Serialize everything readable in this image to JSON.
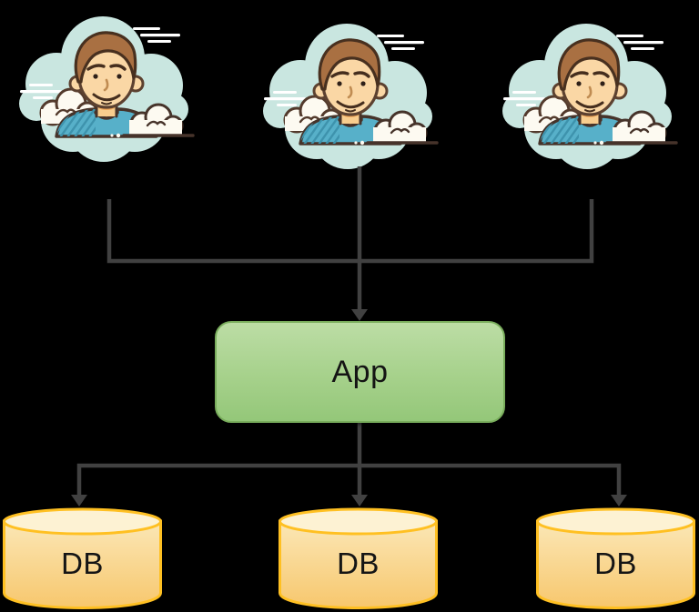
{
  "diagram": {
    "type": "architecture",
    "background_color": "#000000",
    "connector_color": "#414141",
    "users": [
      {
        "icon": "user-in-cloud-avatar"
      },
      {
        "icon": "user-in-cloud-avatar"
      },
      {
        "icon": "user-in-cloud-avatar"
      }
    ],
    "app": {
      "label": "App",
      "fill_top": "#bcdda5",
      "fill_bottom": "#94c779",
      "border_color": "#79ad5c",
      "text_color": "#141414"
    },
    "databases": [
      {
        "label": "DB"
      },
      {
        "label": "DB"
      },
      {
        "label": "DB"
      }
    ],
    "database_style": {
      "border_color": "#ffc022",
      "top_fill": "#fdf2d3",
      "body_fill_top": "#fbe7b6",
      "body_fill_bottom": "#f7c76d",
      "text_color": "#151515"
    },
    "edges": [
      {
        "from": "users",
        "to": "app",
        "style": "merged-bracket-arrow"
      },
      {
        "from": "app",
        "to": "databases",
        "style": "fan-out-arrows"
      }
    ]
  }
}
